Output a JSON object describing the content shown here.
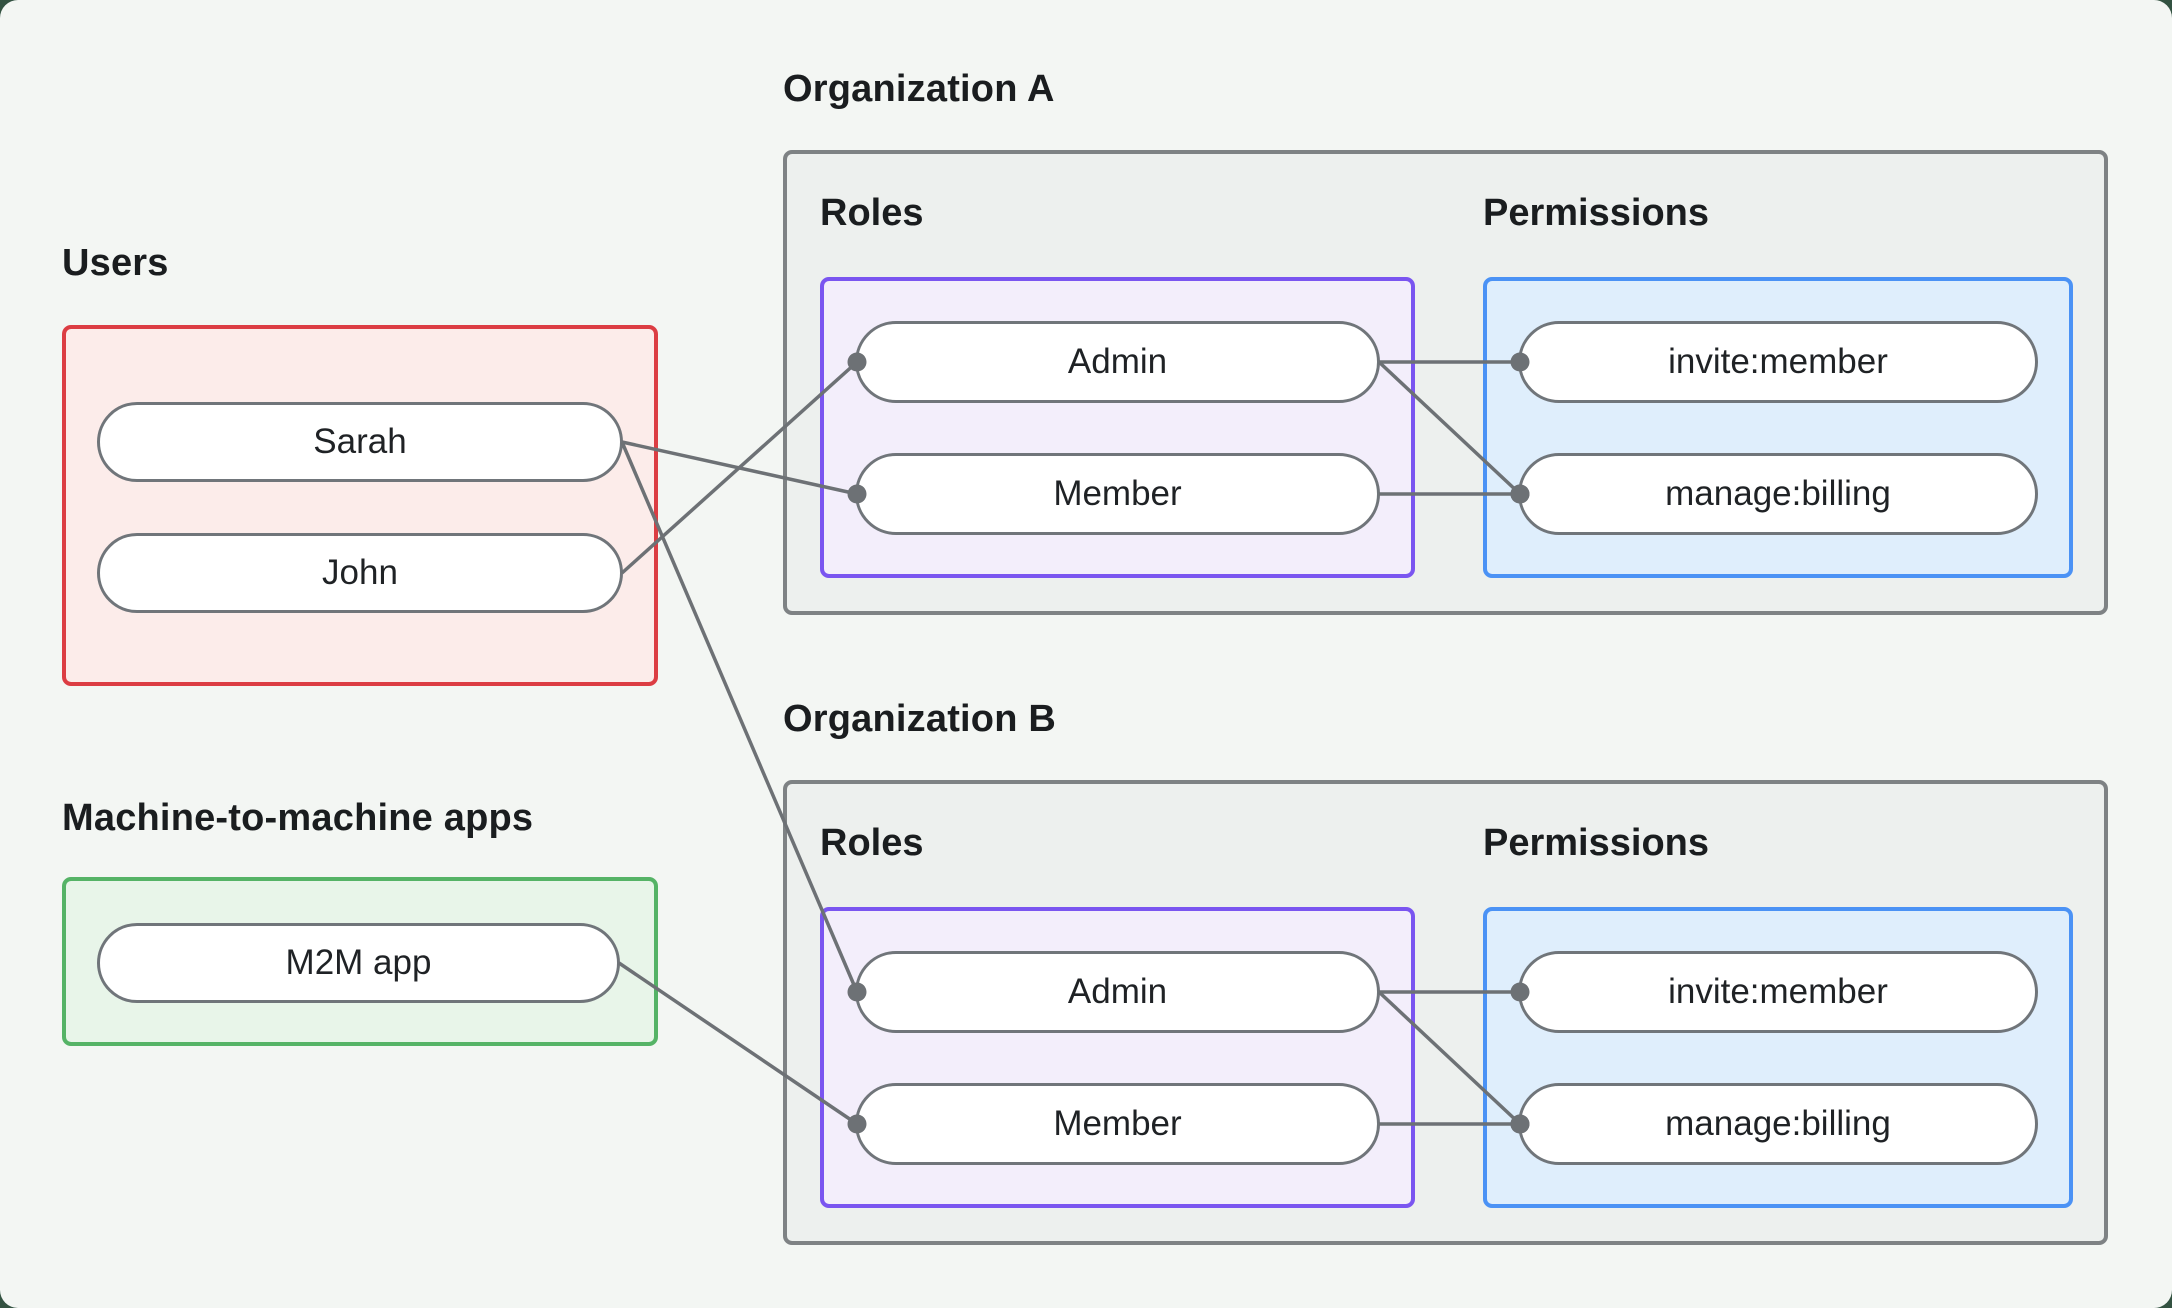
{
  "page": {
    "background_outer": "#335241",
    "background_card": "#f3f6f3"
  },
  "users_section": {
    "title": "Users",
    "box_border_color": "#dc3d43",
    "box_fill_color": "#fcecea",
    "items": [
      {
        "label": "Sarah"
      },
      {
        "label": "John"
      }
    ]
  },
  "m2m_section": {
    "title": "Machine-to-machine apps",
    "box_border_color": "#55b366",
    "box_fill_color": "#e8f5e9",
    "items": [
      {
        "label": "M2M app"
      }
    ]
  },
  "organizations": [
    {
      "id": "orgA",
      "title": "Organization A",
      "roles_label": "Roles",
      "permissions_label": "Permissions",
      "roles": [
        {
          "label": "Admin"
        },
        {
          "label": "Member"
        }
      ],
      "permissions": [
        {
          "label": "invite:member"
        },
        {
          "label": "manage:billing"
        }
      ]
    },
    {
      "id": "orgB",
      "title": "Organization B",
      "roles_label": "Roles",
      "permissions_label": "Permissions",
      "roles": [
        {
          "label": "Admin"
        },
        {
          "label": "Member"
        }
      ],
      "permissions": [
        {
          "label": "invite:member"
        },
        {
          "label": "manage:billing"
        }
      ]
    }
  ],
  "edges": [
    {
      "from": "user-sarah",
      "to": "orgA-role-member"
    },
    {
      "from": "user-john",
      "to": "orgA-role-admin"
    },
    {
      "from": "user-sarah",
      "to": "orgB-role-admin"
    },
    {
      "from": "m2m-app",
      "to": "orgB-role-member"
    },
    {
      "from": "orgA-role-admin",
      "to": "orgA-perm-invite"
    },
    {
      "from": "orgA-role-admin",
      "to": "orgA-perm-manage"
    },
    {
      "from": "orgA-role-member",
      "to": "orgA-perm-manage"
    },
    {
      "from": "orgB-role-admin",
      "to": "orgB-perm-invite"
    },
    {
      "from": "orgB-role-admin",
      "to": "orgB-perm-manage"
    },
    {
      "from": "orgB-role-member",
      "to": "orgB-perm-manage"
    }
  ],
  "style": {
    "org_box_border": "#7e8284",
    "org_box_fill": "#edf0ee",
    "roles_box_border": "#7a55f0",
    "roles_box_fill": "#f3eefb",
    "permissions_box_border": "#4b92f5",
    "permissions_box_fill": "#dfeefc",
    "node_border": "#70757a",
    "node_fill": "#ffffff",
    "connector_color": "#6d7175",
    "text_color": "#1a1d1f"
  }
}
